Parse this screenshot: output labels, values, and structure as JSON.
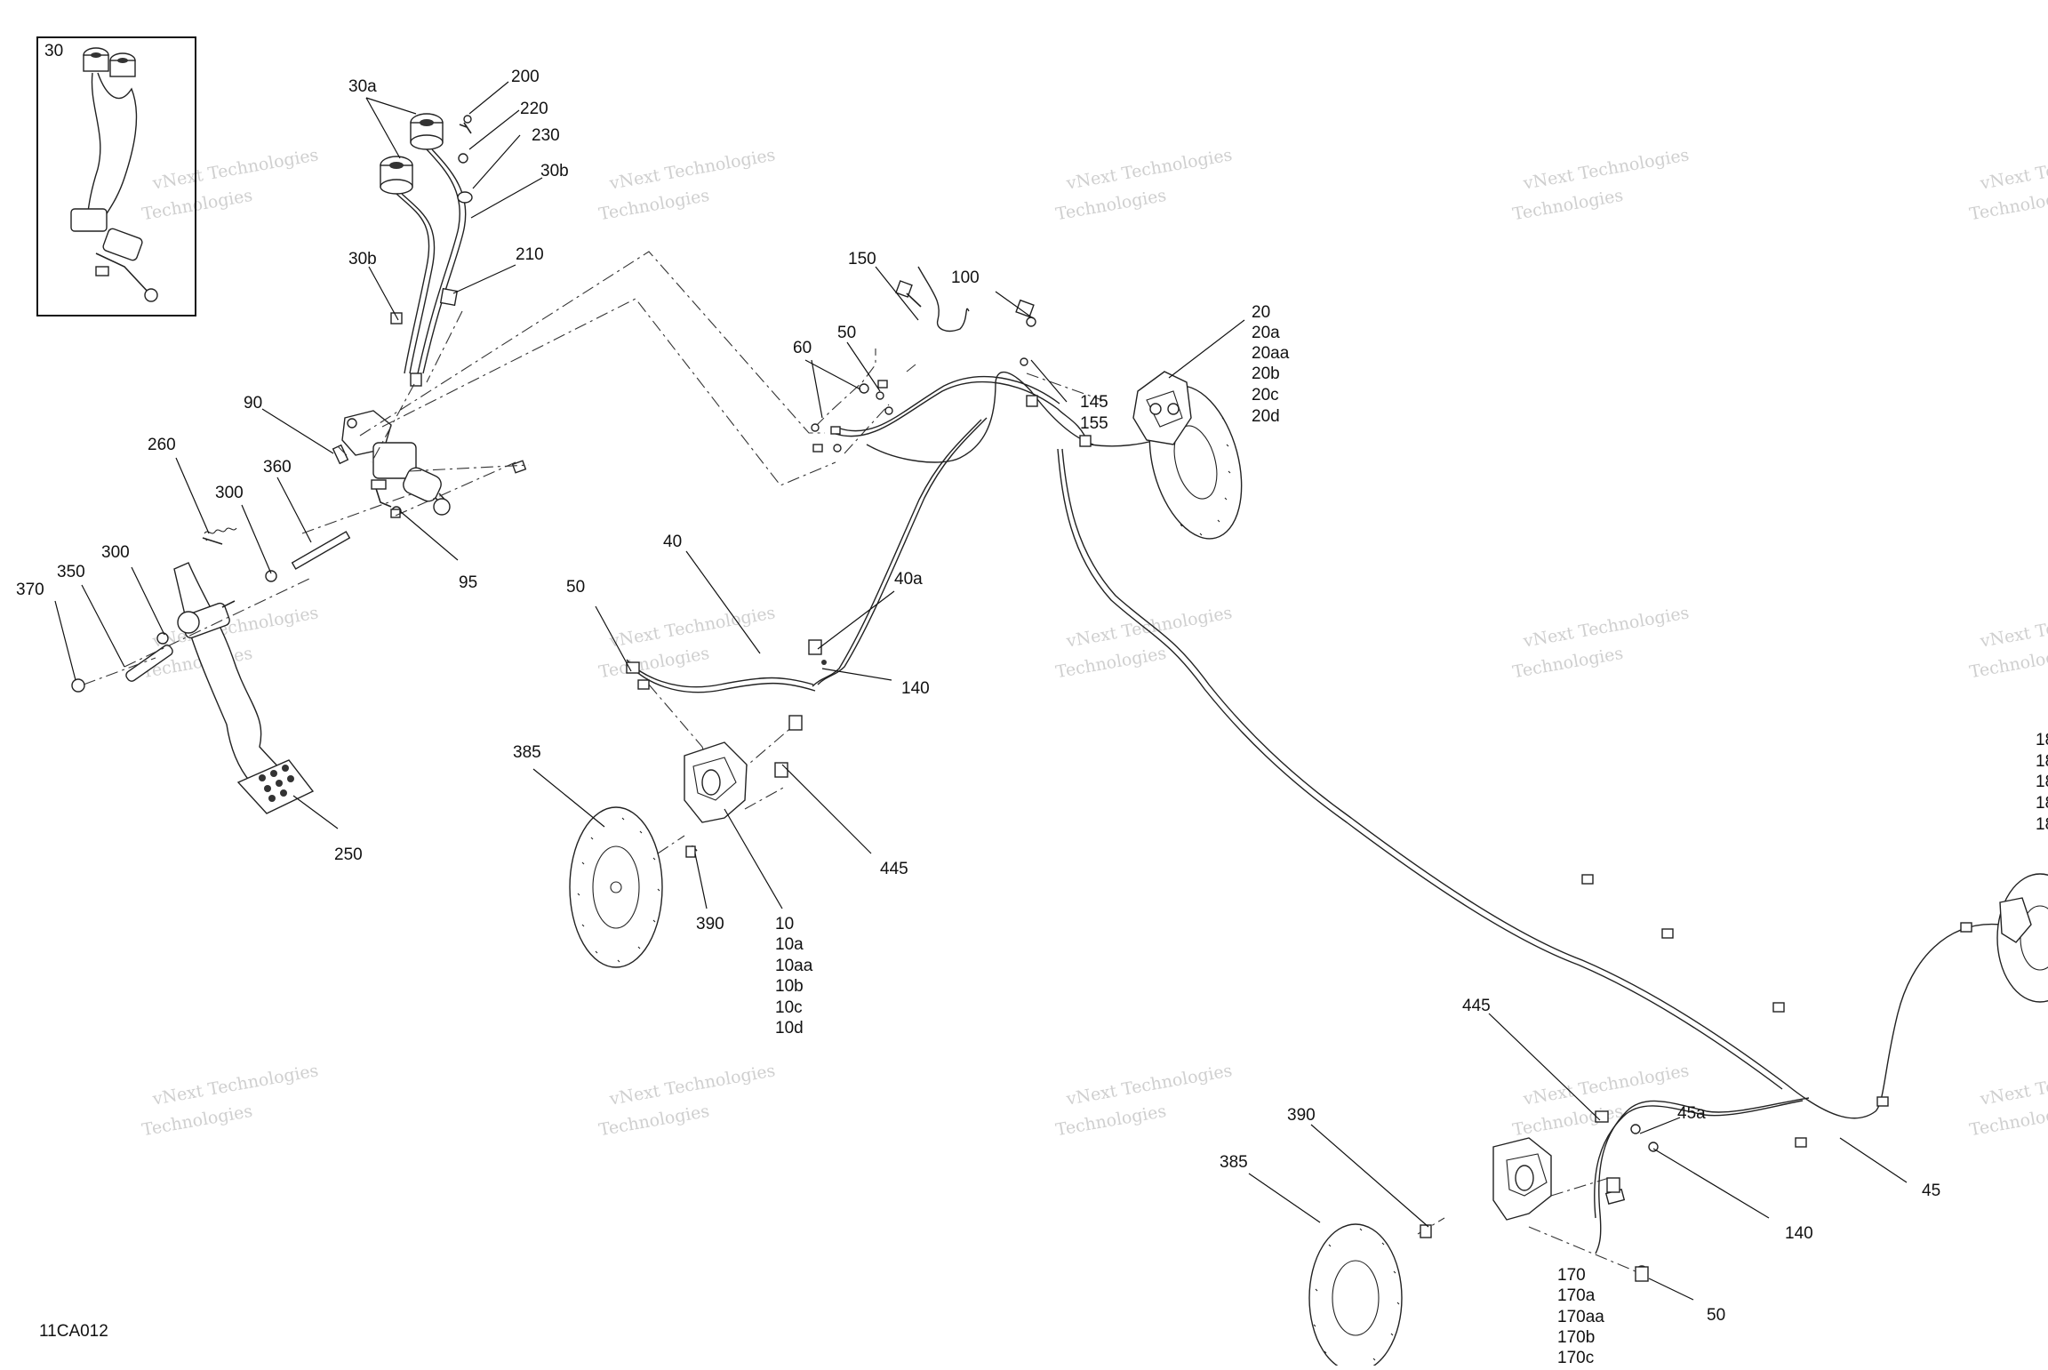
{
  "diagram": {
    "code": "11CA012",
    "watermark": [
      "vNext Technologies",
      "Technologies"
    ]
  },
  "labels": [
    {
      "id": "30",
      "text": "30"
    },
    {
      "id": "30a",
      "text": "30a"
    },
    {
      "id": "200",
      "text": "200"
    },
    {
      "id": "220",
      "text": "220"
    },
    {
      "id": "230",
      "text": "230"
    },
    {
      "id": "30b-a",
      "text": "30b"
    },
    {
      "id": "30b-b",
      "text": "30b"
    },
    {
      "id": "210",
      "text": "210"
    },
    {
      "id": "90",
      "text": "90"
    },
    {
      "id": "260",
      "text": "260"
    },
    {
      "id": "360",
      "text": "360"
    },
    {
      "id": "300-a",
      "text": "300"
    },
    {
      "id": "300-b",
      "text": "300"
    },
    {
      "id": "350",
      "text": "350"
    },
    {
      "id": "370",
      "text": "370"
    },
    {
      "id": "95",
      "text": "95"
    },
    {
      "id": "250",
      "text": "250"
    },
    {
      "id": "150",
      "text": "150"
    },
    {
      "id": "100",
      "text": "100"
    },
    {
      "id": "60",
      "text": "60"
    },
    {
      "id": "50-a",
      "text": "50"
    },
    {
      "id": "145",
      "text": "145"
    },
    {
      "id": "155",
      "text": "155"
    },
    {
      "id": "20",
      "text": "20"
    },
    {
      "id": "20a",
      "text": "20a"
    },
    {
      "id": "20aa",
      "text": "20aa"
    },
    {
      "id": "20b",
      "text": "20b"
    },
    {
      "id": "20c",
      "text": "20c"
    },
    {
      "id": "20d",
      "text": "20d"
    },
    {
      "id": "40",
      "text": "40"
    },
    {
      "id": "40a",
      "text": "40a"
    },
    {
      "id": "140-a",
      "text": "140"
    },
    {
      "id": "50-b",
      "text": "50"
    },
    {
      "id": "385-a",
      "text": "385"
    },
    {
      "id": "390-a",
      "text": "390"
    },
    {
      "id": "445-a",
      "text": "445"
    },
    {
      "id": "10",
      "text": "10"
    },
    {
      "id": "10a",
      "text": "10a"
    },
    {
      "id": "10aa",
      "text": "10aa"
    },
    {
      "id": "10b",
      "text": "10b"
    },
    {
      "id": "10c",
      "text": "10c"
    },
    {
      "id": "10d",
      "text": "10d"
    },
    {
      "id": "445-b",
      "text": "445"
    },
    {
      "id": "45a",
      "text": "45a"
    },
    {
      "id": "45",
      "text": "45"
    },
    {
      "id": "140-b",
      "text": "140"
    },
    {
      "id": "390-b",
      "text": "390"
    },
    {
      "id": "385-b",
      "text": "385"
    },
    {
      "id": "170",
      "text": "170"
    },
    {
      "id": "170a",
      "text": "170a"
    },
    {
      "id": "170aa",
      "text": "170aa"
    },
    {
      "id": "170b",
      "text": "170b"
    },
    {
      "id": "170c",
      "text": "170c"
    },
    {
      "id": "50-c",
      "text": "50"
    },
    {
      "id": "18-a",
      "text": "18"
    },
    {
      "id": "18-b",
      "text": "18"
    },
    {
      "id": "18-c",
      "text": "18"
    },
    {
      "id": "18-d",
      "text": "18"
    },
    {
      "id": "18-e",
      "text": "18"
    }
  ]
}
